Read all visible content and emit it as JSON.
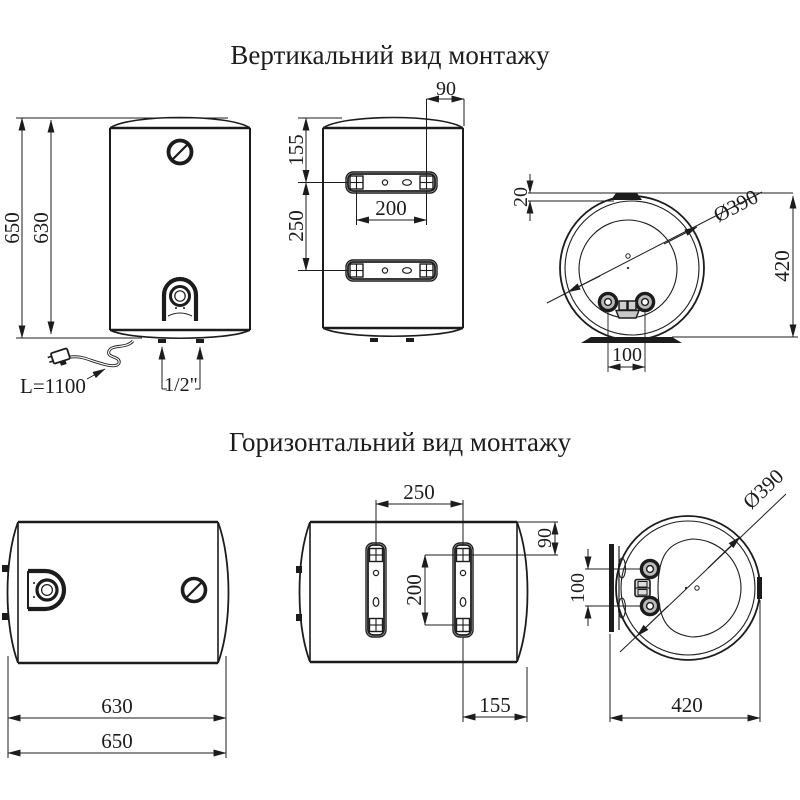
{
  "titles": {
    "vertical": "Вертикальний вид монтажу",
    "horizontal": "Горизонтальний вид монтажу"
  },
  "vertical_front": {
    "overall_height": "650",
    "body_height": "630",
    "cord_length": "L=1100",
    "pipe_thread": "1/2\""
  },
  "vertical_back": {
    "top_to_bracket": "155",
    "bracket_spacing": "250",
    "bolt_spacing": "200",
    "bolt_to_edge": "90"
  },
  "vertical_bottom": {
    "bracket_offset": "20",
    "diameter": "Ø390",
    "overall_depth": "420",
    "pipe_spacing": "100"
  },
  "horizontal_front": {
    "body_width": "630",
    "overall_width": "650"
  },
  "horizontal_back": {
    "bracket_spacing": "250",
    "bolt_to_edge": "90",
    "bolt_spacing": "200",
    "bracket_to_end": "155"
  },
  "horizontal_side": {
    "pipe_spacing": "100",
    "diameter": "Ø390",
    "overall_depth": "420"
  },
  "colors": {
    "ink": "#1c1c1c",
    "background": "#ffffff"
  }
}
